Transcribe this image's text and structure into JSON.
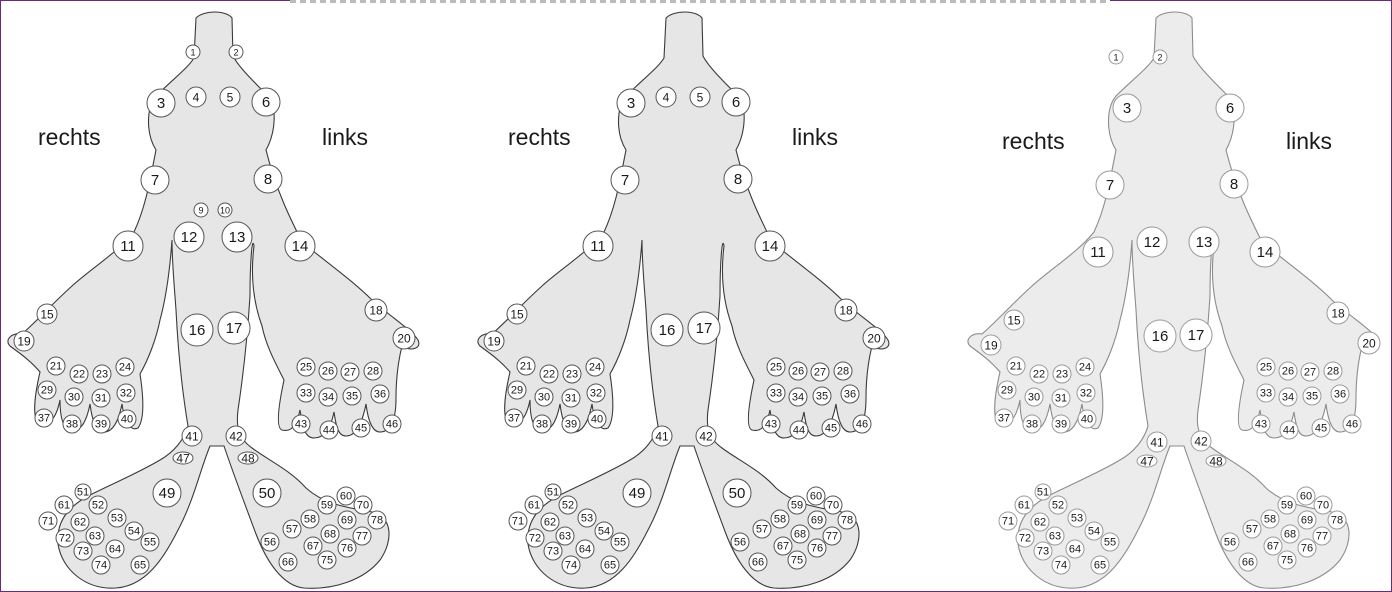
{
  "labels": {
    "right": "rechts",
    "left": "links"
  },
  "figures": [
    {
      "id": "figure-1",
      "style": "dark",
      "joints": [
        1,
        2,
        3,
        4,
        5,
        6,
        7,
        8,
        9,
        10,
        11,
        12,
        13,
        14,
        15,
        16,
        17,
        18,
        19,
        20,
        21,
        22,
        23,
        24,
        25,
        26,
        27,
        28,
        29,
        30,
        31,
        32,
        33,
        34,
        35,
        36,
        37,
        38,
        39,
        40,
        41,
        42,
        43,
        44,
        45,
        46,
        47,
        48,
        49,
        50,
        51,
        52,
        53,
        54,
        55,
        56,
        57,
        58,
        59,
        60,
        61,
        62,
        63,
        64,
        65,
        66,
        67,
        68,
        69,
        70,
        71,
        72,
        73,
        74,
        75,
        76,
        77,
        78
      ]
    },
    {
      "id": "figure-2",
      "style": "dark",
      "joints": [
        3,
        4,
        5,
        6,
        7,
        8,
        11,
        14,
        15,
        16,
        17,
        18,
        19,
        20,
        21,
        22,
        23,
        24,
        25,
        26,
        27,
        28,
        29,
        30,
        31,
        32,
        33,
        34,
        35,
        36,
        37,
        38,
        39,
        40,
        41,
        42,
        43,
        44,
        45,
        46,
        49,
        50,
        51,
        52,
        53,
        54,
        55,
        56,
        57,
        58,
        59,
        60,
        61,
        62,
        63,
        64,
        65,
        66,
        67,
        68,
        69,
        70,
        71,
        72,
        73,
        74,
        75,
        76,
        77,
        78
      ]
    },
    {
      "id": "figure-3",
      "style": "light",
      "joints": [
        1,
        2,
        3,
        6,
        7,
        8,
        11,
        12,
        13,
        14,
        15,
        16,
        17,
        18,
        19,
        20,
        21,
        22,
        23,
        24,
        25,
        26,
        27,
        28,
        29,
        30,
        31,
        32,
        33,
        34,
        35,
        36,
        37,
        38,
        39,
        40,
        41,
        42,
        43,
        44,
        45,
        46,
        47,
        48,
        51,
        52,
        53,
        54,
        55,
        56,
        57,
        58,
        59,
        60,
        61,
        62,
        63,
        64,
        65,
        66,
        67,
        68,
        69,
        70,
        71,
        72,
        73,
        74,
        75,
        76,
        77,
        78
      ]
    }
  ],
  "colors": {
    "border": "#6a2a7a",
    "body_fill": "#e6e6e6",
    "outline": "#3a3a3a"
  }
}
